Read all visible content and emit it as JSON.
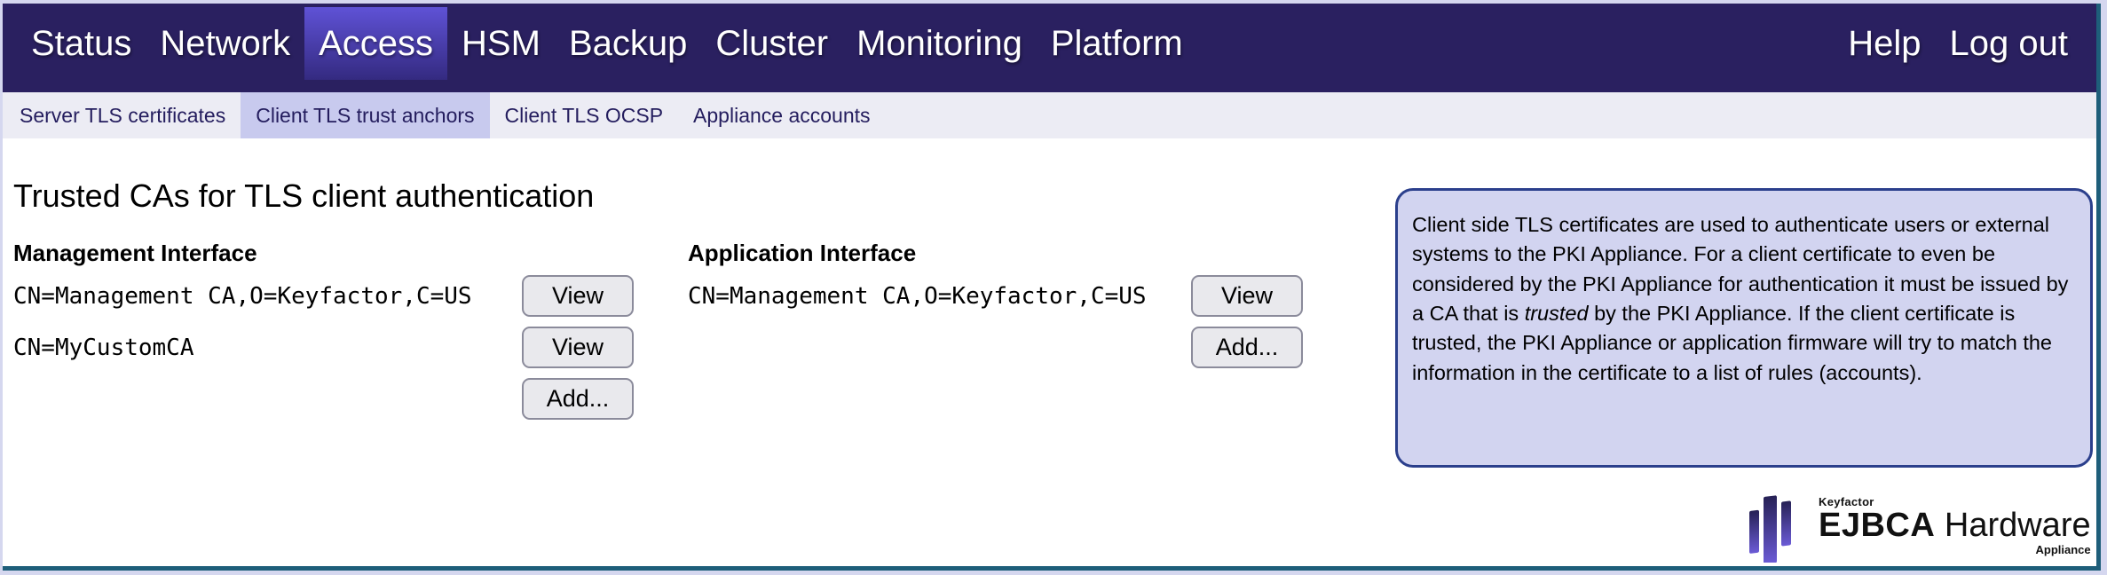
{
  "navbar": {
    "items": [
      "Status",
      "Network",
      "Access",
      "HSM",
      "Backup",
      "Cluster",
      "Monitoring",
      "Platform"
    ],
    "active_item": "Access",
    "right_items": [
      "Help",
      "Log out"
    ]
  },
  "subnav": {
    "items": [
      "Server TLS certificates",
      "Client TLS trust anchors",
      "Client TLS OCSP",
      "Appliance accounts"
    ],
    "active_item": "Client TLS trust anchors"
  },
  "page": {
    "title": "Trusted CAs for TLS client authentication"
  },
  "management_interface": {
    "label": "Management Interface",
    "entries": [
      "CN=Management CA,O=Keyfactor,C=US",
      "CN=MyCustomCA"
    ]
  },
  "application_interface": {
    "label": "Application Interface",
    "entries": [
      "CN=Management CA,O=Keyfactor,C=US"
    ]
  },
  "buttons": {
    "view": "View",
    "add": "Add..."
  },
  "info_box": {
    "text_before": "Client side TLS certificates are used to authenticate users or external systems to the PKI Appliance. For a client certificate to even be considered by the PKI Appliance for authentication it must be issued by a CA that is ",
    "italic_word": "trusted",
    "text_after": " by the PKI Appliance. If the client certificate is trusted, the PKI Appliance or application firmware will try to match the information in the certificate to a list of rules (accounts)."
  },
  "logo": {
    "brand": "Keyfactor",
    "product_bold": "EJBCA",
    "product_regular": "Hardware",
    "edition": "Appliance"
  },
  "colors": {
    "navbar_bg": "#2a2060",
    "nav_active_top": "#5f52d6",
    "nav_active_bottom": "#342a80",
    "subnav_bg": "#ececf4",
    "subnav_active_bg": "#c8caee",
    "info_box_bg": "#d2d4f0",
    "info_box_border": "#2b3f8c",
    "page_border": "#1e5e7a",
    "outer_bg": "#d5d7ef",
    "logo_gradient_top": "#262155",
    "logo_gradient_bottom": "#6b5bd6"
  }
}
